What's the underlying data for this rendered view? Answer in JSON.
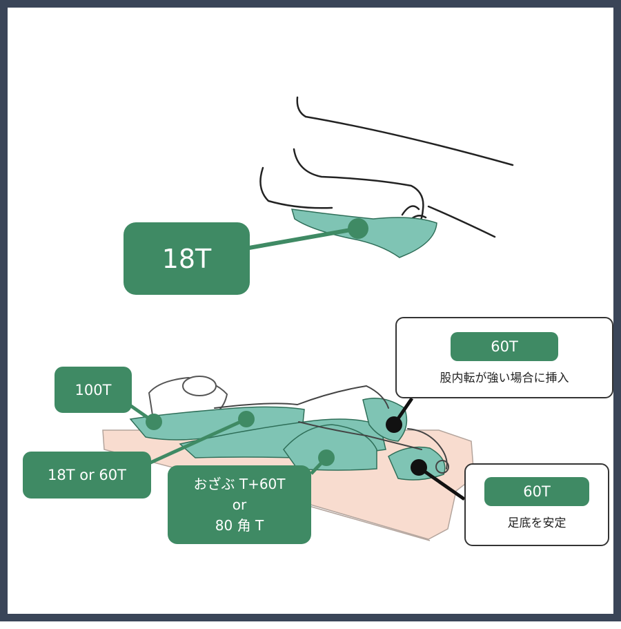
{
  "labels": {
    "arm_pillow": "18T",
    "head_pillow": "100T",
    "leg_pillow": "18T or 60T",
    "knee_pillow": [
      "おざぶ T+60T",
      "or",
      "80 角 T"
    ]
  },
  "callouts": {
    "hip": {
      "code": "60T",
      "note": "股内転が強い場合に挿入"
    },
    "foot": {
      "code": "60T",
      "note": "足底を安定"
    }
  },
  "colors": {
    "label_green": "#3f8a64",
    "cushion_teal": "#7fc4b4",
    "mattress_pink": "#f8dccf",
    "frame_navy": "#3a4558"
  }
}
